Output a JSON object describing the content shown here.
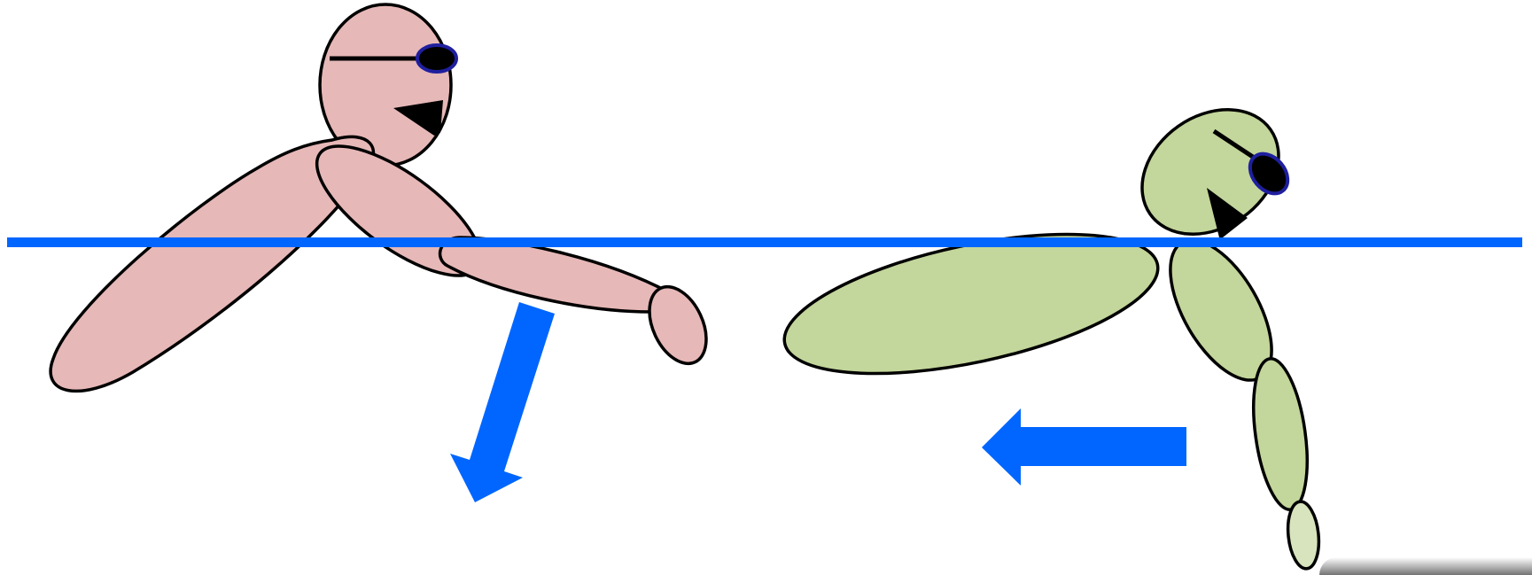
{
  "colors": {
    "left_figure_fill": "#e6b8b7",
    "right_figure_fill": "#c3d69b",
    "right_foot_fill": "#d7e4bd",
    "water_line": "#0066ff",
    "arrow": "#0066ff",
    "goggle_rim": "#1f1f9e",
    "outline": "#000000"
  },
  "figures": [
    {
      "id": "left-swimmer",
      "description_icon": "pink-figure"
    },
    {
      "id": "right-swimmer",
      "description_icon": "green-figure"
    }
  ],
  "arrows": [
    {
      "id": "arrow-down",
      "direction": "down-left"
    },
    {
      "id": "arrow-left",
      "direction": "left"
    }
  ]
}
